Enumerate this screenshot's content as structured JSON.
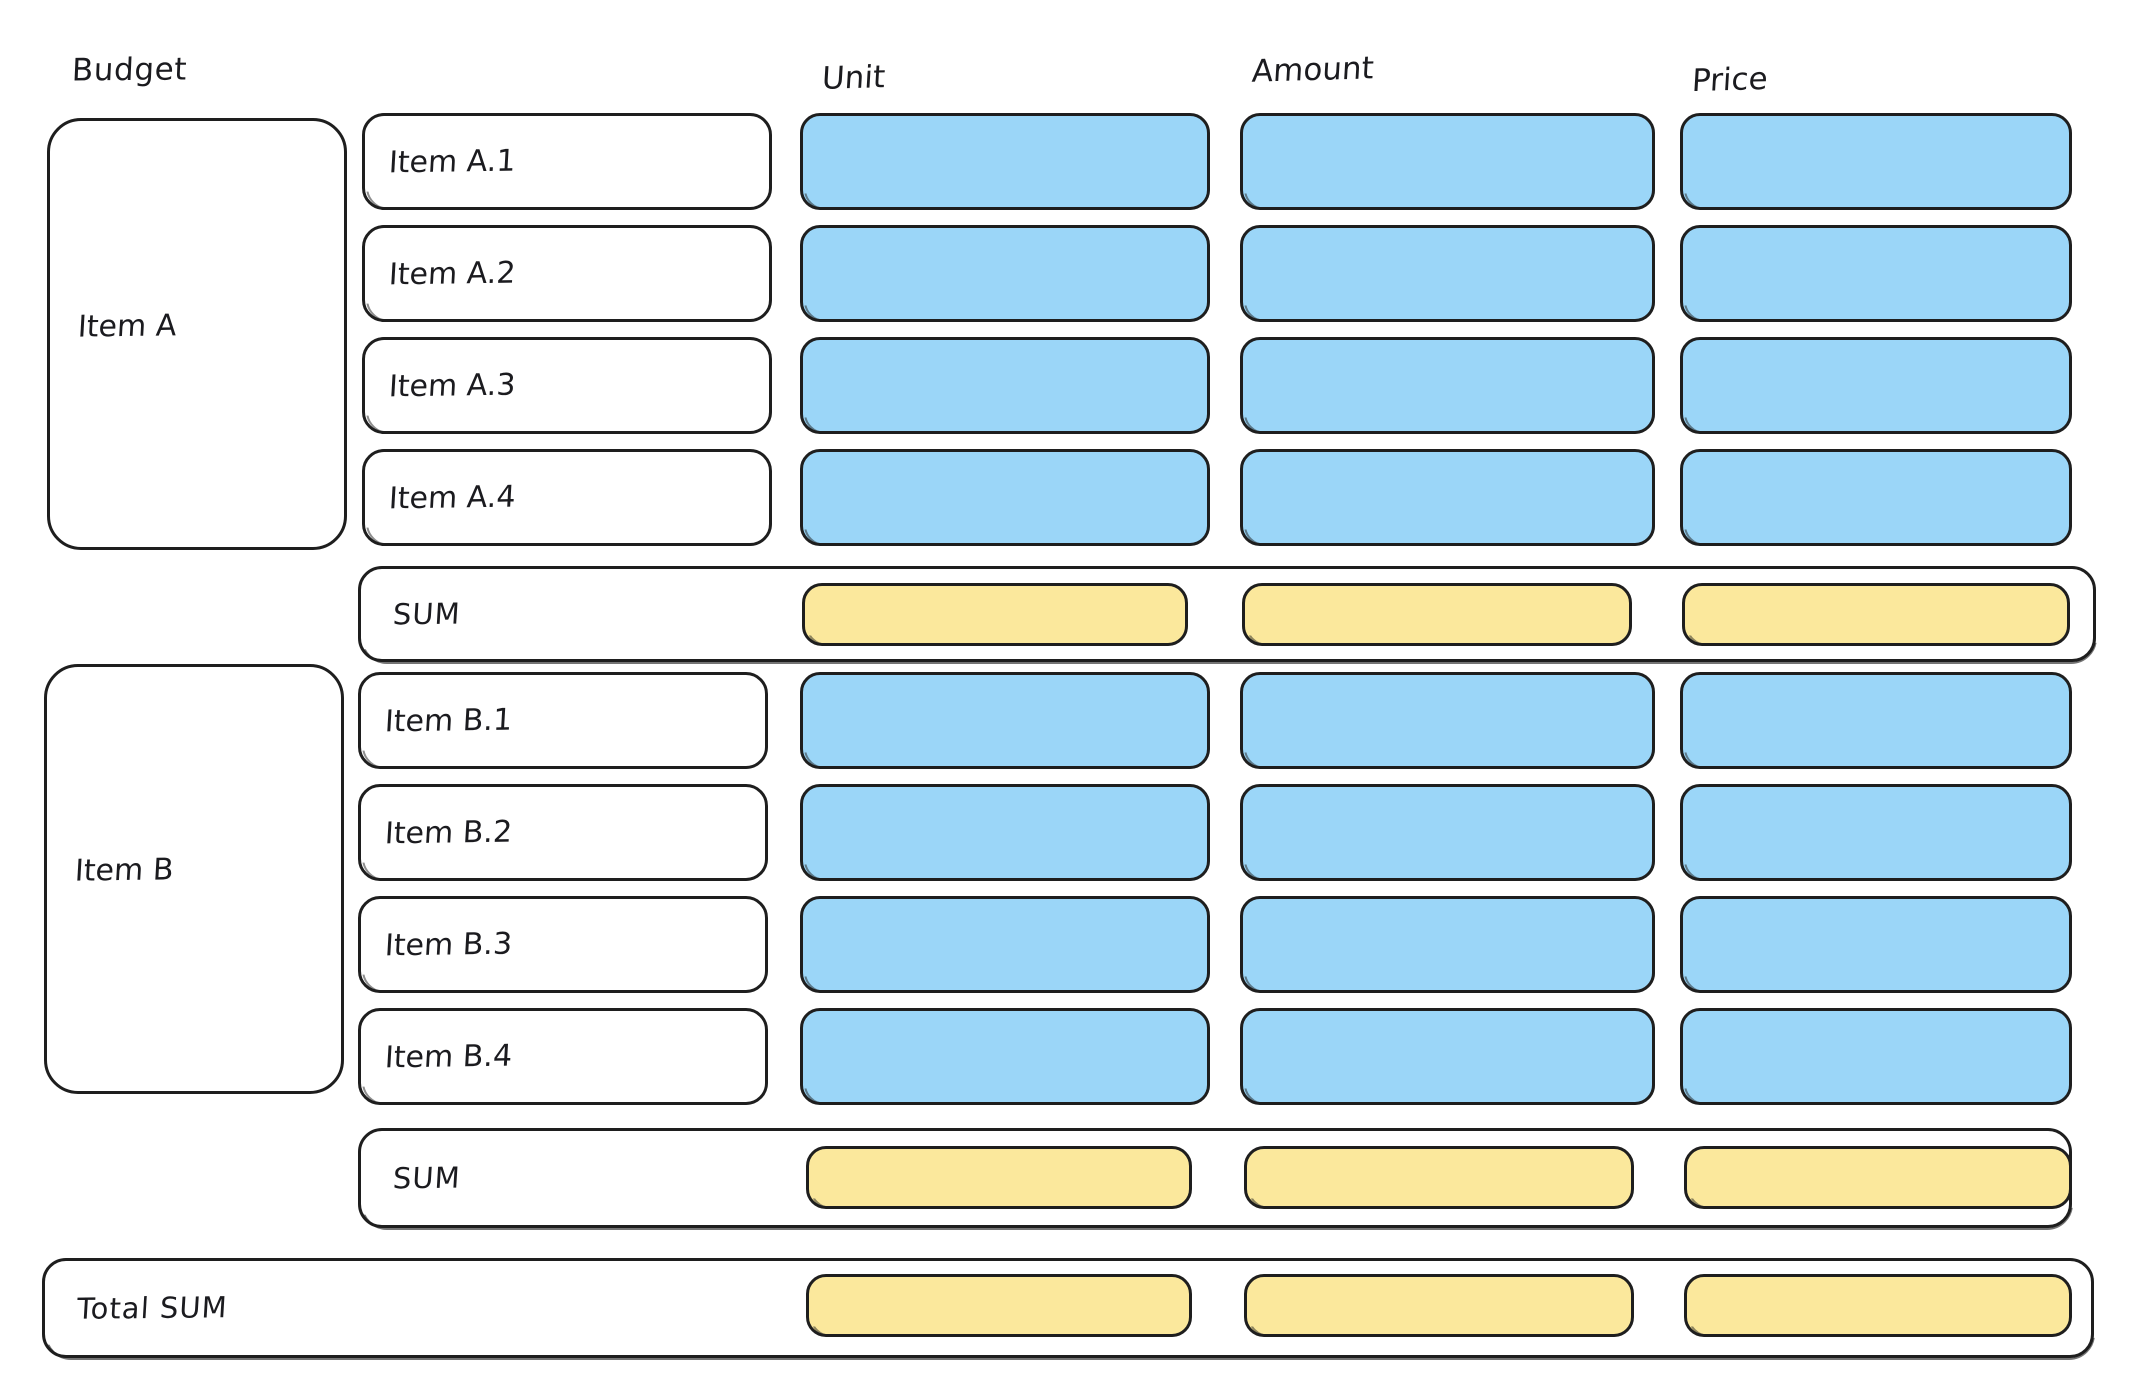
{
  "title": "Budget",
  "colors": {
    "input_blue": "#9bd6f8",
    "sum_yellow": "#fbe89c",
    "stroke": "#1e1e1e",
    "background": "#ffffff"
  },
  "columns": [
    {
      "key": "name",
      "label": ""
    },
    {
      "key": "unit",
      "label": "Unit"
    },
    {
      "key": "amount",
      "label": "Amount"
    },
    {
      "key": "price",
      "label": "Price"
    }
  ],
  "groups": [
    {
      "label": "Item A",
      "rows": [
        {
          "name": "Item A.1",
          "unit": "",
          "amount": "",
          "price": ""
        },
        {
          "name": "Item A.2",
          "unit": "",
          "amount": "",
          "price": ""
        },
        {
          "name": "Item A.3",
          "unit": "",
          "amount": "",
          "price": ""
        },
        {
          "name": "Item A.4",
          "unit": "",
          "amount": "",
          "price": ""
        }
      ],
      "sum": {
        "label": "SUM",
        "unit": "",
        "amount": "",
        "price": ""
      }
    },
    {
      "label": "Item B",
      "rows": [
        {
          "name": "Item B.1",
          "unit": "",
          "amount": "",
          "price": ""
        },
        {
          "name": "Item B.2",
          "unit": "",
          "amount": "",
          "price": ""
        },
        {
          "name": "Item B.3",
          "unit": "",
          "amount": "",
          "price": ""
        },
        {
          "name": "Item B.4",
          "unit": "",
          "amount": "",
          "price": ""
        }
      ],
      "sum": {
        "label": "SUM",
        "unit": "",
        "amount": "",
        "price": ""
      }
    }
  ],
  "total": {
    "label": "Total SUM",
    "unit": "",
    "amount": "",
    "price": ""
  }
}
